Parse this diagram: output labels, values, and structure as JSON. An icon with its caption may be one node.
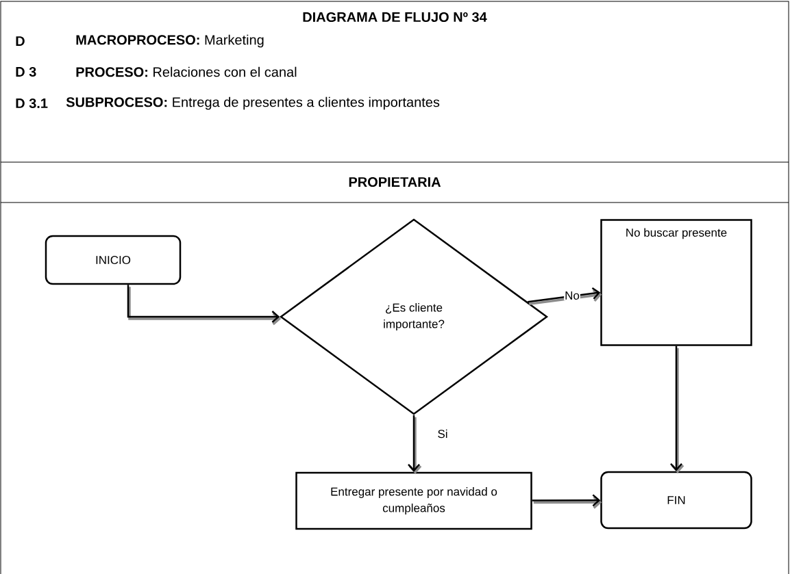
{
  "diagram": {
    "title": "DIAGRAMA DE FLUJO Nº 34",
    "nodes": [
      {
        "text": [
          "INICIO"
        ]
      },
      {
        "text": [
          "¿Es cliente importante?"
        ]
      },
      {
        "text": [
          "No buscar presente"
        ]
      },
      {
        "text": [
          "Entregar presente por navidad o cumpleaños"
        ]
      },
      {
        "text": [
          "FIN"
        ]
      }
    ],
    "edges": [
      {
        "from": 0,
        "to": 1,
        "arrow": "to"
      },
      {
        "from": 1,
        "to": 2,
        "arrow": "to",
        "label": "No"
      },
      {
        "from": 1,
        "to": 3,
        "arrow": "to",
        "label": "Si"
      },
      {
        "from": 2,
        "to": 4,
        "arrow": "to"
      },
      {
        "from": 3,
        "to": 4,
        "arrow": "to"
      }
    ],
    "labels": [
      "D",
      "**MACROPROCESO:** Marketing",
      "D 3",
      "**PROCESO:**  Relaciones con el canal",
      "D 3.1",
      "**SUBPROCESO:** Entrega de presentes a clientes importantes",
      "PROPIETARIA"
    ]
  }
}
